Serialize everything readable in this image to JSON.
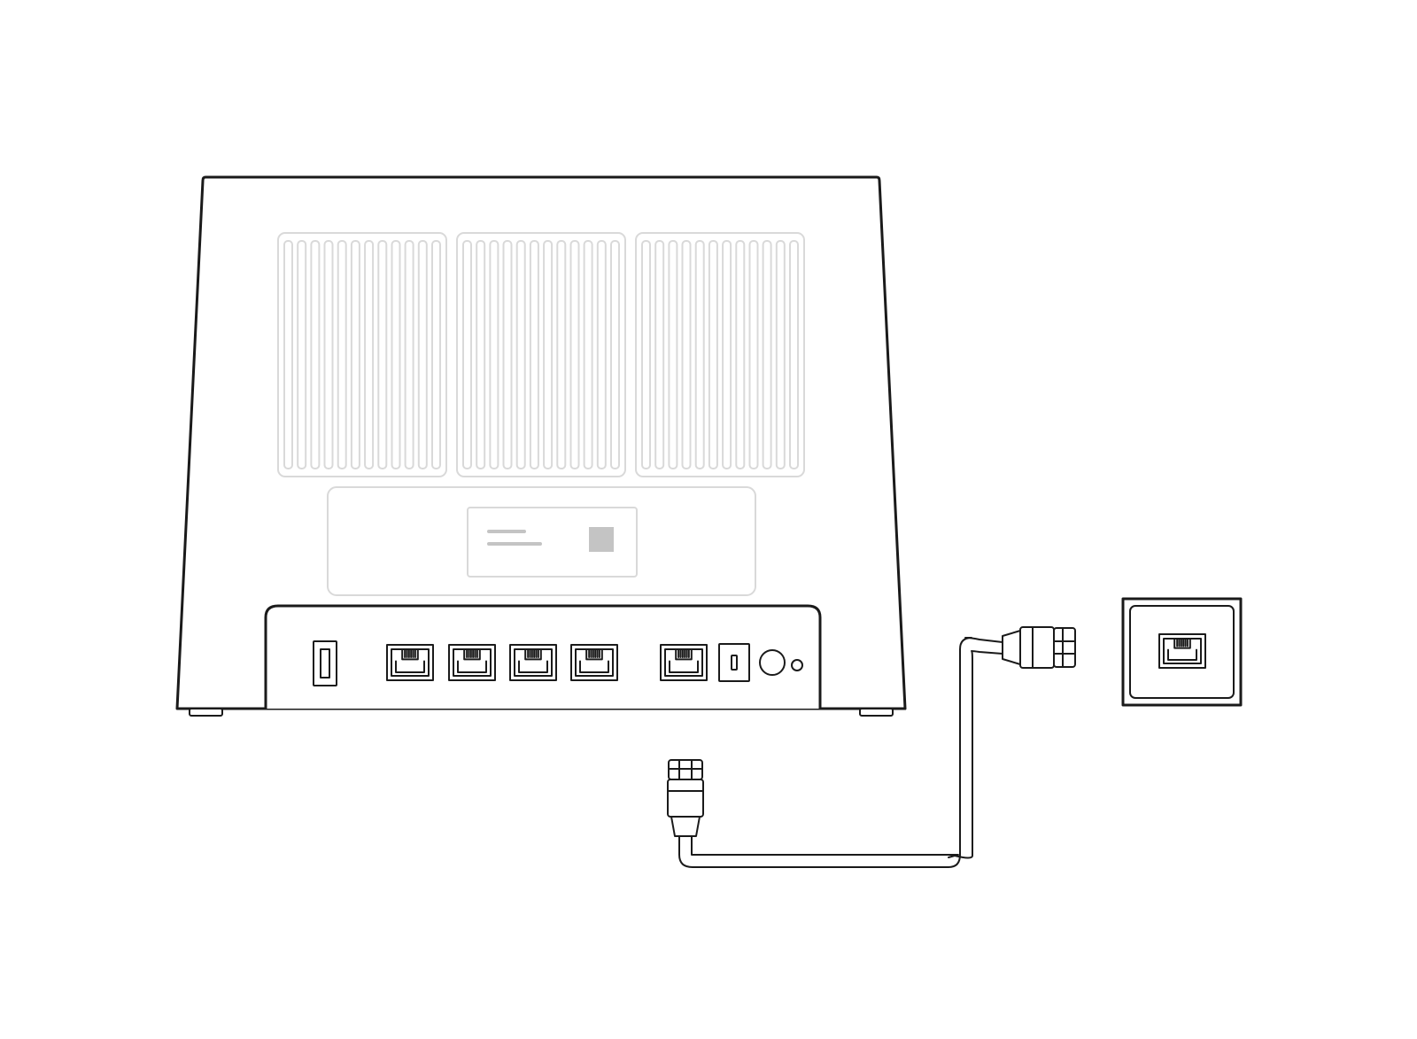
{
  "figure": {
    "subject": "router-rear-ethernet-connection",
    "colors": {
      "ink": "#1a1a1a",
      "ghost_outline": "#d9d9d9",
      "label_block": "#c4c4c4",
      "background": "#ffffff"
    },
    "router": {
      "vent_panels": 3,
      "ports": [
        {
          "kind": "usb-port"
        },
        {
          "kind": "lan-port-1"
        },
        {
          "kind": "lan-port-2"
        },
        {
          "kind": "lan-port-3"
        },
        {
          "kind": "lan-port-4"
        },
        {
          "kind": "wan-port"
        },
        {
          "kind": "power-switch"
        },
        {
          "kind": "power-jack"
        },
        {
          "kind": "reset-button"
        }
      ]
    },
    "cable": {
      "ends": [
        "rj45-plug-loose",
        "rj45-plug-wall-side"
      ]
    },
    "wall_socket": {
      "port": "rj45-jack"
    }
  }
}
